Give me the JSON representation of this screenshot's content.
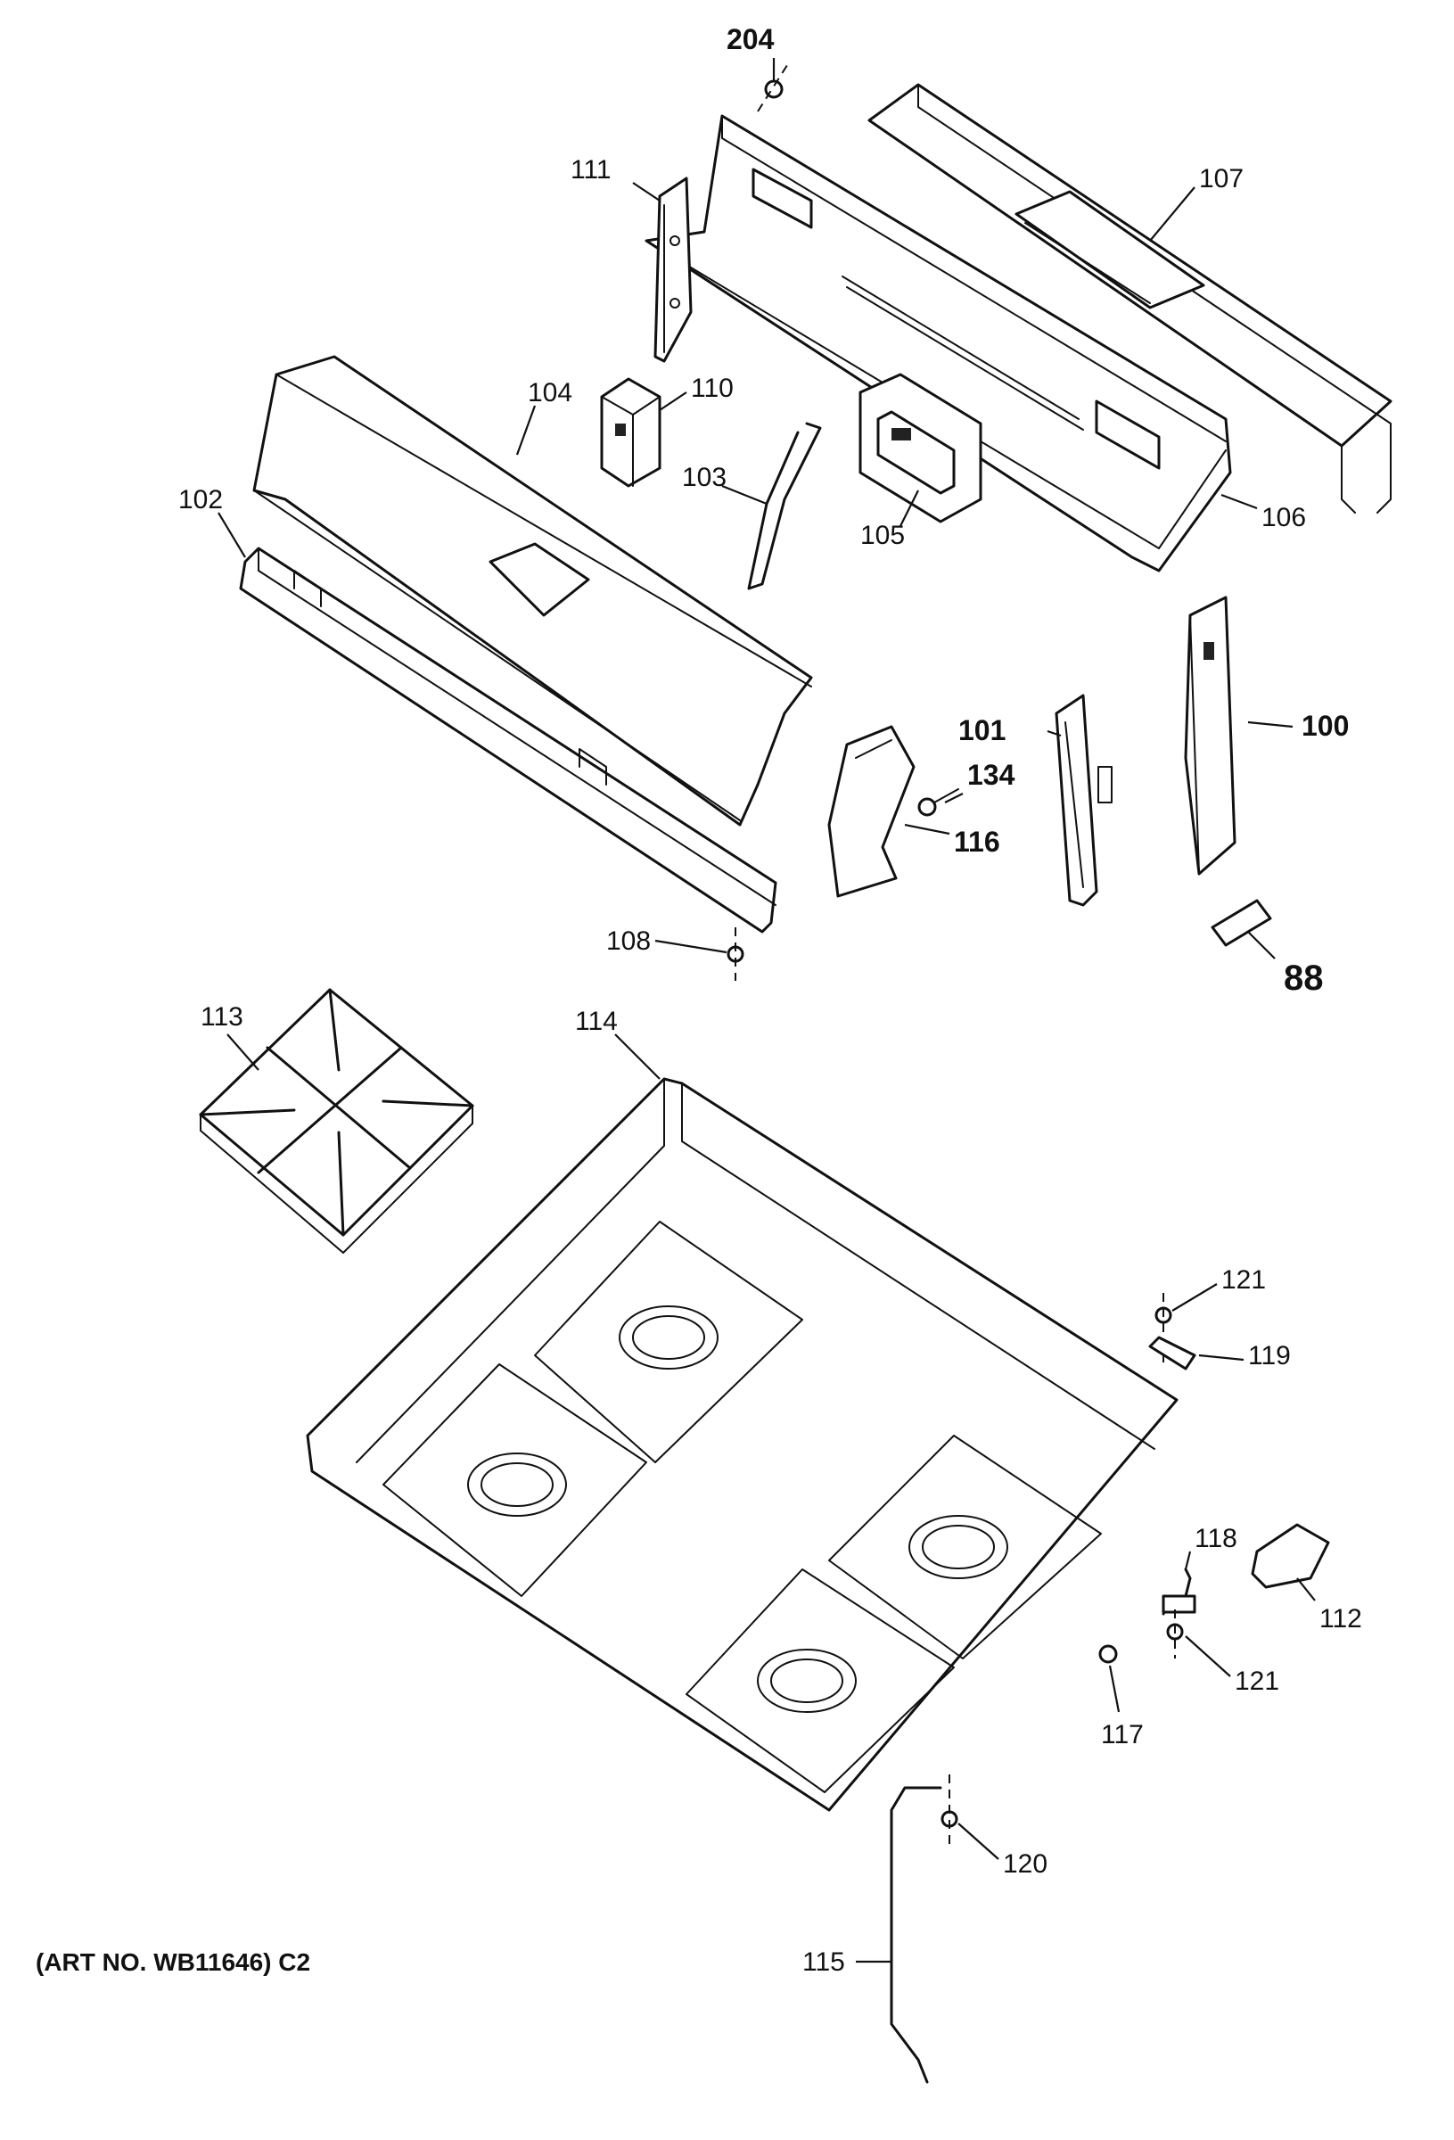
{
  "parts": [
    {
      "id": "p204",
      "label": "204"
    },
    {
      "id": "p111",
      "label": "111"
    },
    {
      "id": "p107",
      "label": "107"
    },
    {
      "id": "p104",
      "label": "104"
    },
    {
      "id": "p110",
      "label": "110"
    },
    {
      "id": "p103",
      "label": "103"
    },
    {
      "id": "p102",
      "label": "102"
    },
    {
      "id": "p105",
      "label": "105"
    },
    {
      "id": "p106",
      "label": "106"
    },
    {
      "id": "p101",
      "label": "101"
    },
    {
      "id": "p134",
      "label": "134"
    },
    {
      "id": "p100",
      "label": "100"
    },
    {
      "id": "p116",
      "label": "116"
    },
    {
      "id": "p108",
      "label": "108"
    },
    {
      "id": "p88",
      "label": "88"
    },
    {
      "id": "p113",
      "label": "113"
    },
    {
      "id": "p114",
      "label": "114"
    },
    {
      "id": "p121a",
      "label": "121"
    },
    {
      "id": "p119",
      "label": "119"
    },
    {
      "id": "p118",
      "label": "118"
    },
    {
      "id": "p112",
      "label": "112"
    },
    {
      "id": "p121b",
      "label": "121"
    },
    {
      "id": "p117",
      "label": "117"
    },
    {
      "id": "p120",
      "label": "120"
    },
    {
      "id": "p115",
      "label": "115"
    }
  ],
  "art_number": "(ART NO. WB11646) C2"
}
